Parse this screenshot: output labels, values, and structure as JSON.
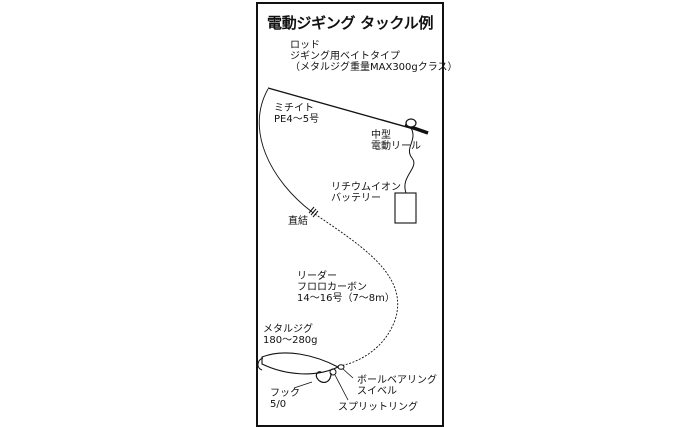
{
  "title": "電動ジギング タックル例",
  "labels": {
    "rod": [
      "ロッド",
      "ジギング用ベイトタイプ",
      "（メタルジグ重量MAX300gクラス）"
    ],
    "line": [
      "ミチイト",
      "PE4〜5号"
    ],
    "reel": [
      "中型",
      "電動リール"
    ],
    "battery": [
      "リチウムイオン",
      "バッテリー"
    ],
    "knot": "直結",
    "leader": [
      "リーダー",
      "フロロカーボン",
      "14〜16号（7〜8m）"
    ],
    "jig": [
      "メタルジグ",
      "180〜280g"
    ],
    "swivel": [
      "ボールベアリング",
      "スイベル"
    ],
    "hook": [
      "フック",
      "5/0"
    ],
    "split_ring": "スプリットリング"
  }
}
